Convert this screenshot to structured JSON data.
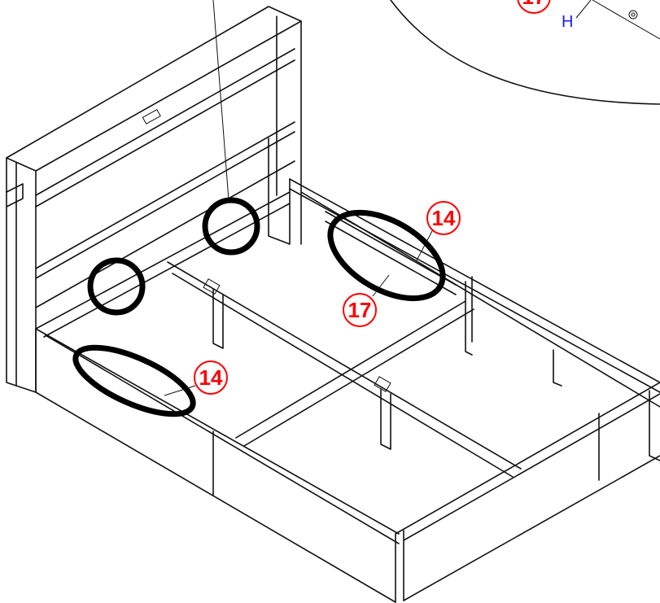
{
  "callouts": [
    {
      "id": "c1",
      "label": "14"
    },
    {
      "id": "c2",
      "label": "17"
    },
    {
      "id": "c3",
      "label": "14"
    },
    {
      "id": "c4",
      "label": "17"
    }
  ],
  "detail_letter": "H",
  "colors": {
    "callout": "#ff0000",
    "letter": "#1a1aff",
    "line": "#111111"
  }
}
